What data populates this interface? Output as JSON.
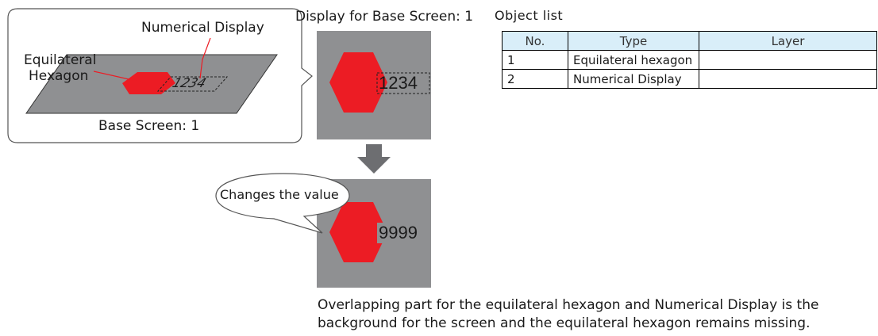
{
  "colors": {
    "screen_gray": "#8f9092",
    "hexagon_red": "#ec1c24",
    "arrow_gray": "#6d6e71",
    "table_header": "#d9eef9"
  },
  "base_screen": {
    "label_numerical": "Numerical Display",
    "label_hexagon_line1": "Equilateral",
    "label_hexagon_line2": "Hexagon",
    "tilted_value": "1234",
    "caption": "Base Screen: 1"
  },
  "display_screen": {
    "title": "Display for Base Screen: 1",
    "value": "1234"
  },
  "result_screen": {
    "callout": "Changes the value",
    "value": "9999"
  },
  "object_list": {
    "title": "Object list",
    "headers": [
      "No.",
      "Type",
      "Layer"
    ],
    "rows": [
      [
        "1",
        "Equilateral hexagon",
        ""
      ],
      [
        "2",
        "Numerical Display",
        ""
      ]
    ]
  },
  "note": {
    "line1": "Overlapping part for the equilateral hexagon and Numerical Display is the",
    "line2": "background for the screen and the equilateral hexagon remains missing."
  }
}
